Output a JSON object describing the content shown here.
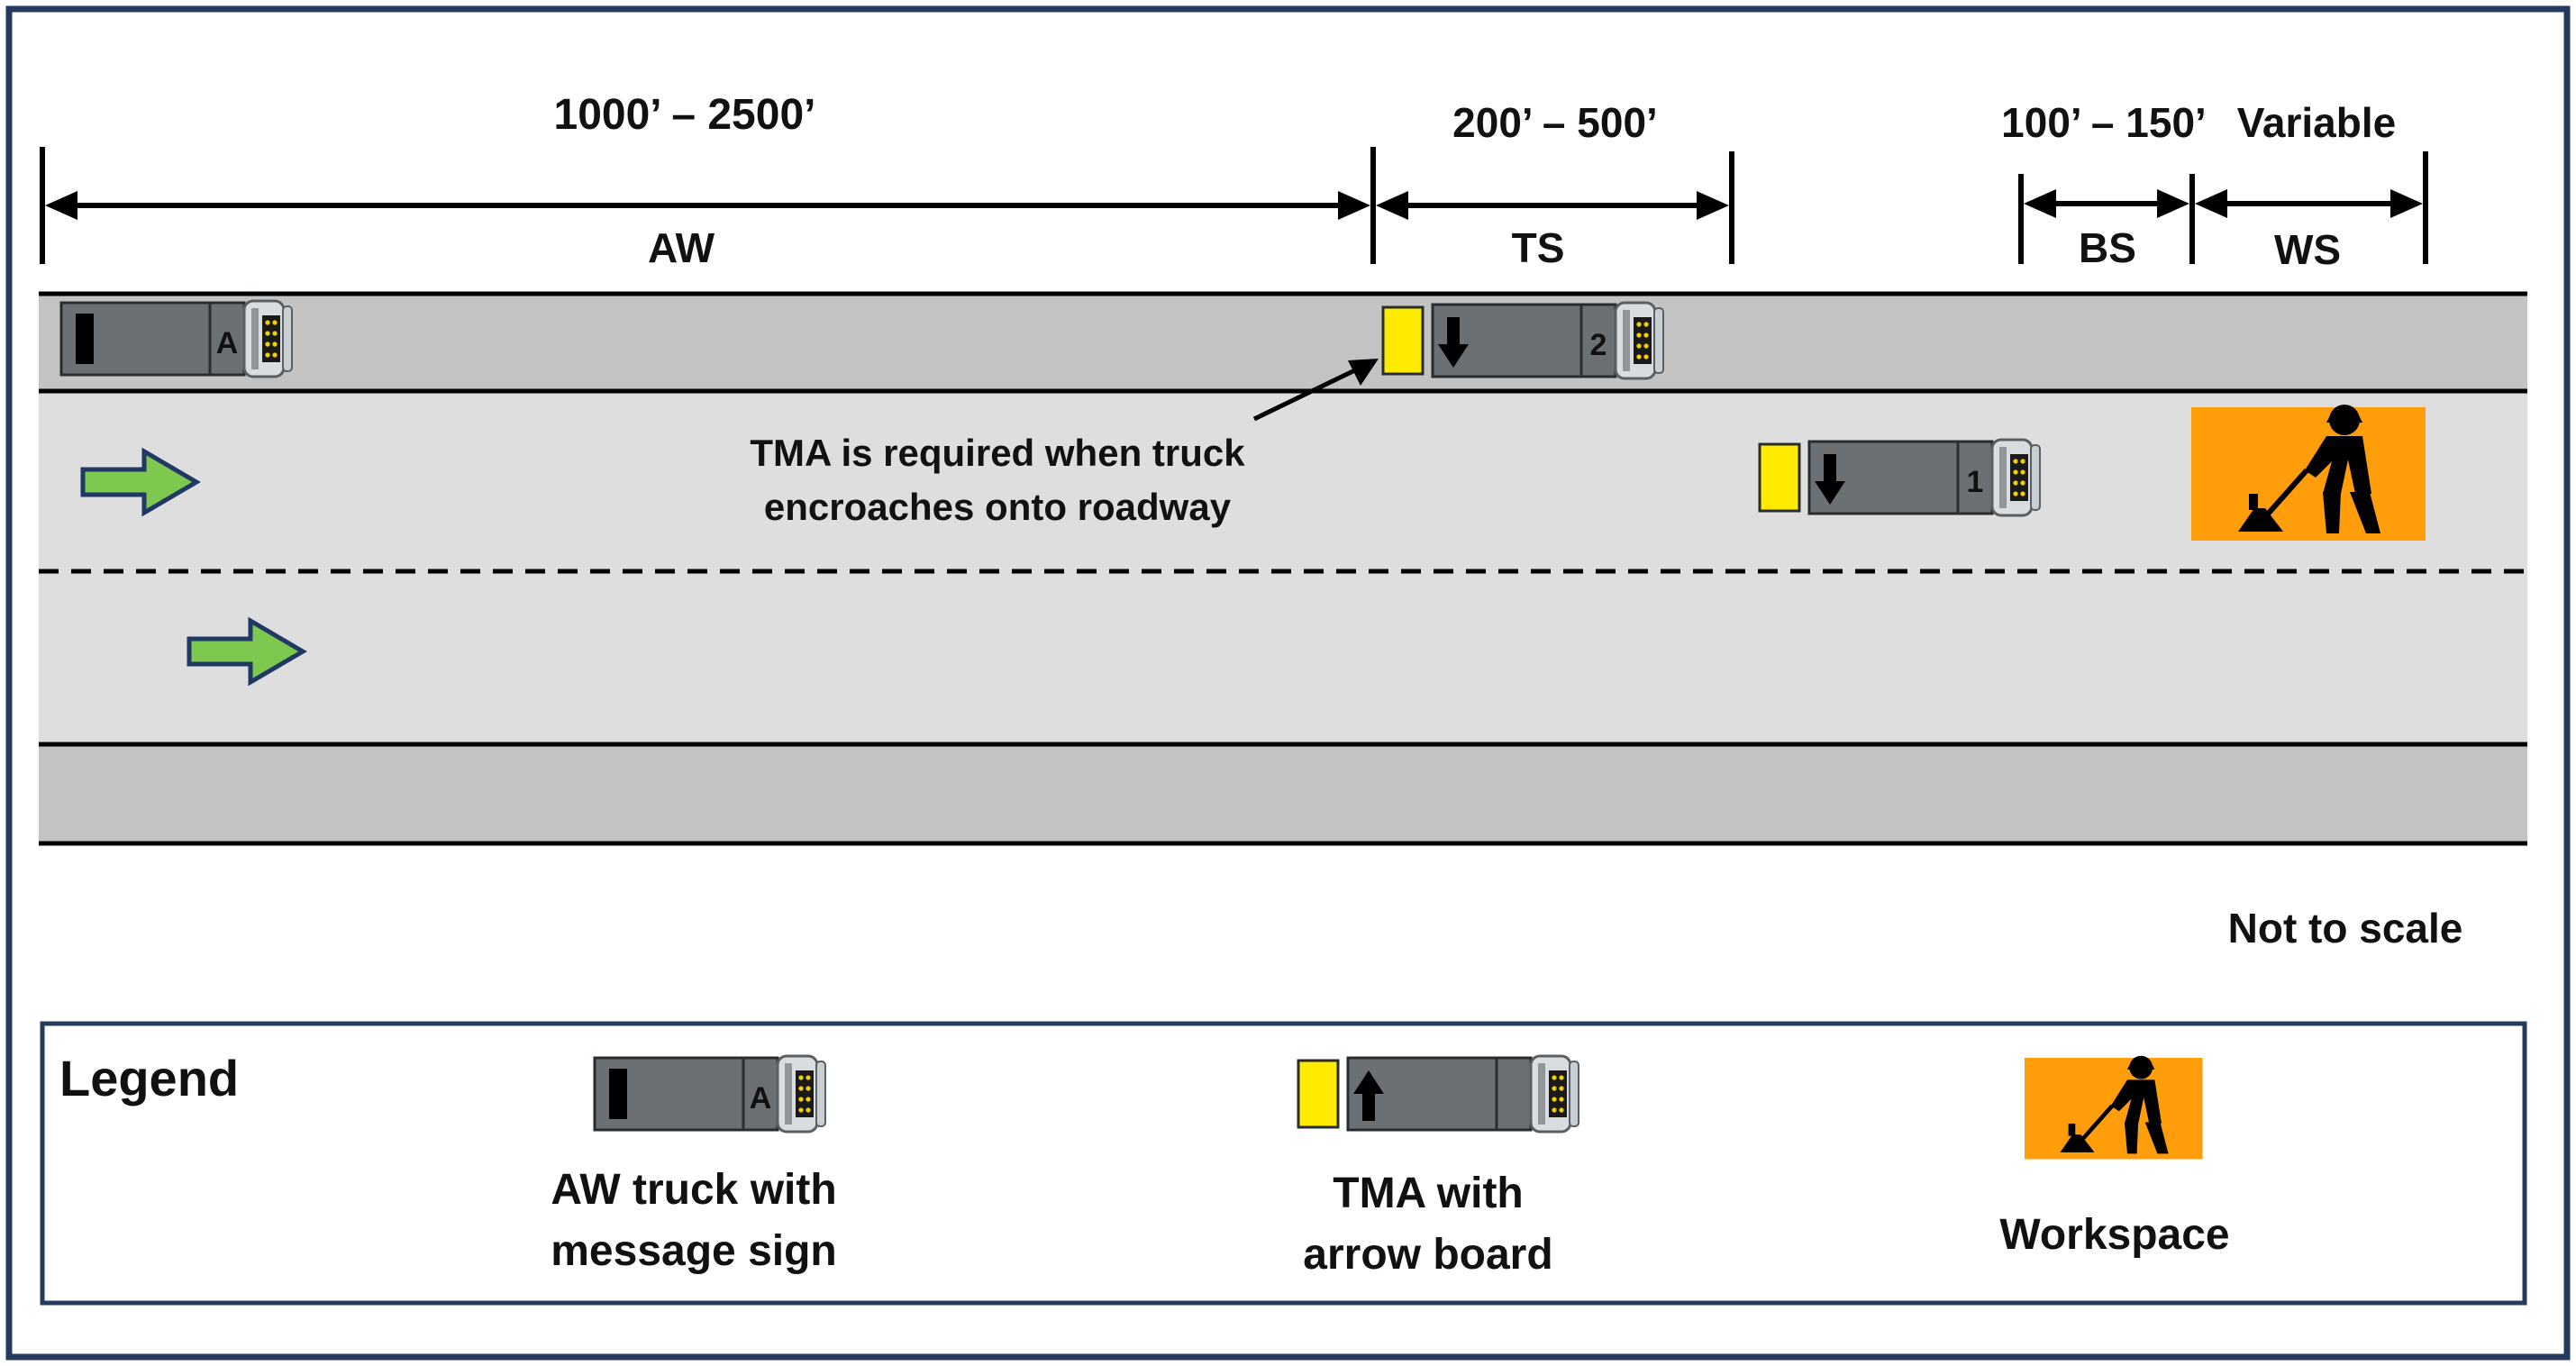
{
  "dimensions": {
    "aw": {
      "range": "1000’ – 2500’",
      "abbr": "AW"
    },
    "ts": {
      "range": "200’ – 500’",
      "abbr": "TS"
    },
    "bs": {
      "range": "100’ – 150’",
      "abbr": "BS"
    },
    "ws": {
      "range": "Variable",
      "abbr": "WS"
    }
  },
  "trucks": {
    "aw": {
      "tag": "A"
    },
    "tma_2": {
      "tag": "2"
    },
    "tma_1": {
      "tag": "1"
    }
  },
  "annotation": {
    "line1": "TMA is required when truck",
    "line2": "encroaches onto roadway"
  },
  "scale_note": "Not to scale",
  "legend": {
    "title": "Legend",
    "aw_truck_tag": "A",
    "aw_truck_line1": "AW truck with",
    "aw_truck_line2": "message sign",
    "tma_line1": "TMA with",
    "tma_line2": "arrow board",
    "workspace": "Workspace"
  },
  "colors": {
    "frame": "#243a5e",
    "shoulder": "#c3c3c3",
    "lane": "#dedede",
    "truck_body": "#6b7075",
    "tma_attenuator": "#ffea00",
    "workspace_sign": "#ff9d0a",
    "traffic_arrow": "#7ec850"
  },
  "icons": {
    "traffic_arrow": "right-arrow-icon",
    "arrow_board": "down-arrow-icon",
    "workspace": "worker-digging-icon"
  }
}
